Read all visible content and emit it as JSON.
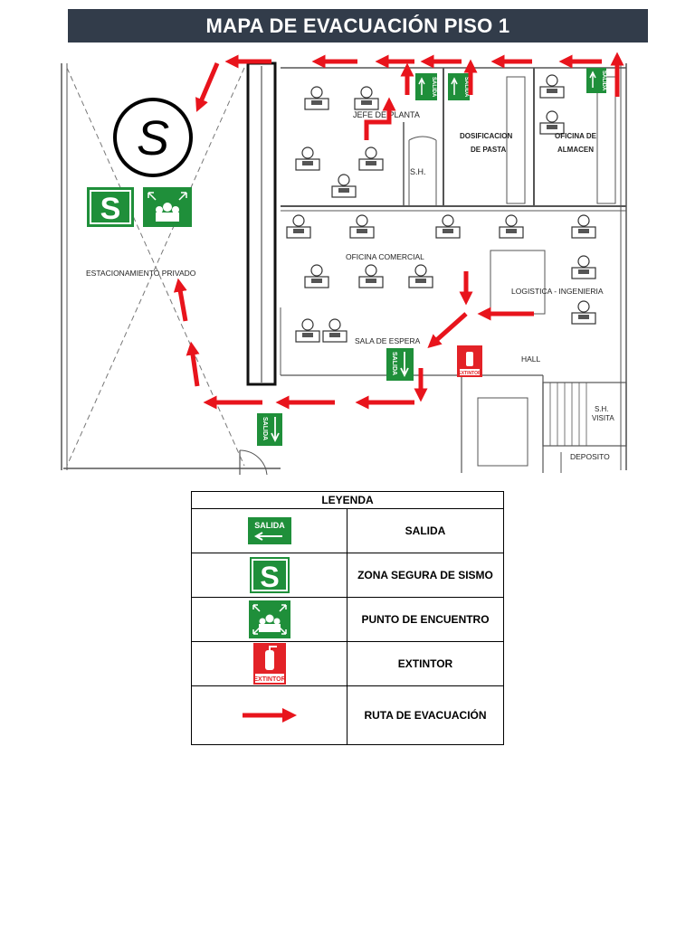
{
  "header": {
    "title": "MAPA DE EVACUACIÓN PISO 1"
  },
  "plan": {
    "rooms": {
      "jefe": "JEFE DE PLANTA",
      "dosificacion_1": "DOSIFICACION",
      "dosificacion_2": "DE PASTA",
      "almacen_1": "OFICINA DE",
      "almacen_2": "ALMACEN",
      "sh": "S.H.",
      "estacionamiento": "ESTACIONAMIENTO PRIVADO",
      "comercial": "OFICINA COMERCIAL",
      "logistica": "LOGISTICA - INGENIERIA",
      "espera": "SALA DE ESPERA",
      "hall": "HALL",
      "sh_visita_1": "S.H.",
      "sh_visita_2": "VISITA",
      "deposito": "DEPOSITO"
    },
    "signs": {
      "salida": "SALIDA",
      "extintor": "EXTINTOR",
      "sismo_letter": "S"
    }
  },
  "legend": {
    "header": "LEYENDA",
    "items": [
      {
        "symbol": "salida-sign",
        "sign_text": "SALIDA",
        "label": "SALIDA"
      },
      {
        "symbol": "sismo-sign",
        "sign_text": "S",
        "label": "ZONA SEGURA DE SISMO"
      },
      {
        "symbol": "encuentro-sign",
        "label": "PUNTO  DE  ENCUENTRO"
      },
      {
        "symbol": "extintor-sign",
        "sign_text": "EXTINTOR",
        "label": "EXTINTOR"
      },
      {
        "symbol": "ruta-arrow",
        "label": "RUTA DE EVACUACIÓN"
      }
    ]
  },
  "colors": {
    "title_bg": "#323c4a",
    "exit_green": "#1f8f3a",
    "route_red": "#e8141c",
    "extintor_red": "#e32227"
  }
}
